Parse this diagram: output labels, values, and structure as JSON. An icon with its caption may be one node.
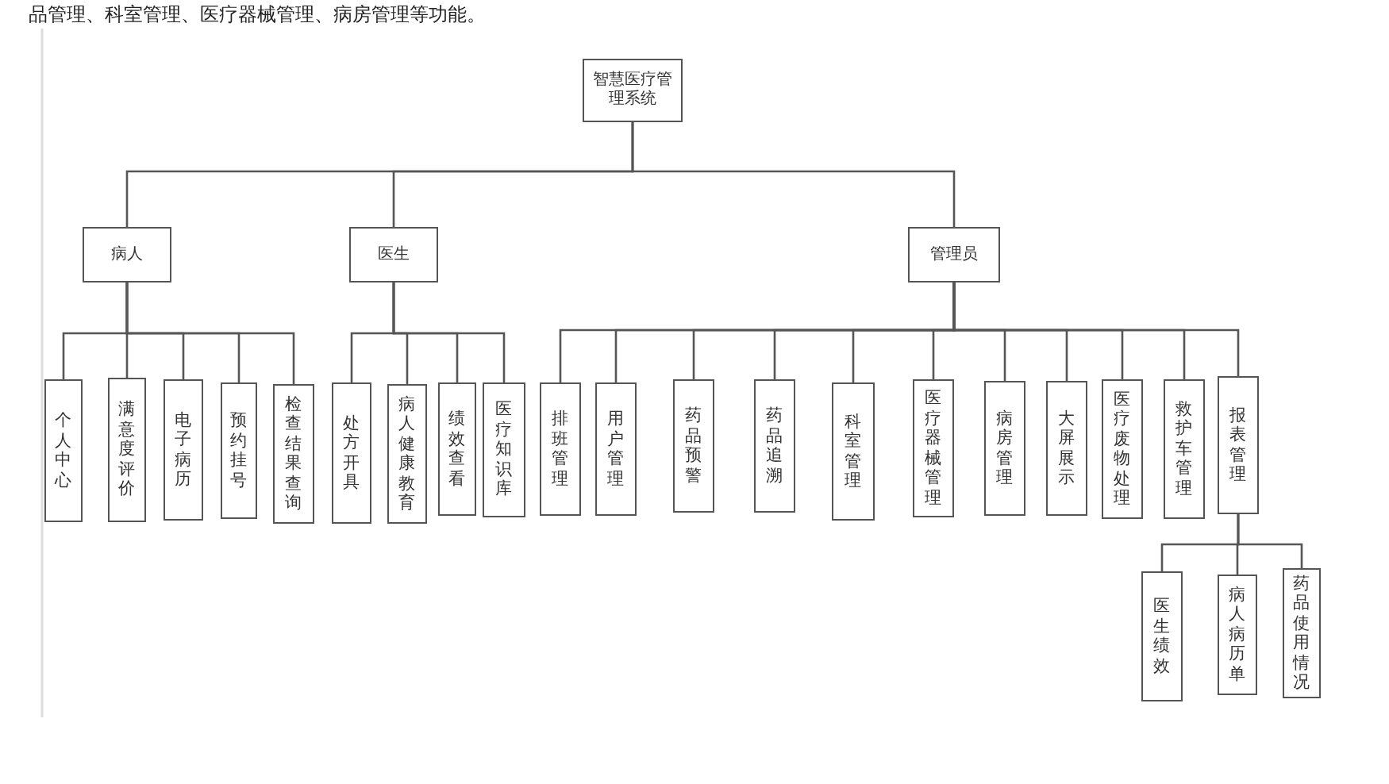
{
  "diagram": {
    "nodes": [
      {
        "text": [
          "智慧医疗管理系统"
        ]
      },
      {
        "text": [
          "病人"
        ]
      },
      {
        "text": [
          "医生"
        ]
      },
      {
        "text": [
          "管理员"
        ]
      },
      {
        "text": [
          "个人中心"
        ]
      },
      {
        "text": [
          "满意度评价"
        ]
      },
      {
        "text": [
          "电子病历"
        ]
      },
      {
        "text": [
          "预约挂号"
        ]
      },
      {
        "text": [
          "检查结果查询"
        ]
      },
      {
        "text": [
          "处方开具"
        ]
      },
      {
        "text": [
          "病人健康教育"
        ]
      },
      {
        "text": [
          "绩效查看"
        ]
      },
      {
        "text": [
          "医疗知识库"
        ]
      },
      {
        "text": [
          "排班管理"
        ]
      },
      {
        "text": [
          "用户管理"
        ]
      },
      {
        "text": [
          "药品预警"
        ]
      },
      {
        "text": [
          "药品追溯"
        ]
      },
      {
        "text": [
          "科室管理"
        ]
      },
      {
        "text": [
          "医疗器械管理"
        ]
      },
      {
        "text": [
          "病房管理"
        ]
      },
      {
        "text": [
          "大屏展示"
        ]
      },
      {
        "text": [
          "医疗废物处理"
        ]
      },
      {
        "text": [
          "救护车管理"
        ]
      },
      {
        "text": [
          "报表管理"
        ]
      },
      {
        "text": [
          "医生绩效"
        ]
      },
      {
        "text": [
          "病人病历单"
        ]
      },
      {
        "text": [
          "药品使用情况"
        ]
      }
    ],
    "edges": [
      {
        "from": 0,
        "to": 1,
        "arrow": "none"
      },
      {
        "from": 0,
        "to": 2,
        "arrow": "none"
      },
      {
        "from": 0,
        "to": 3,
        "arrow": "none"
      },
      {
        "from": 1,
        "to": 4,
        "arrow": "none"
      },
      {
        "from": 1,
        "to": 5,
        "arrow": "none"
      },
      {
        "from": 1,
        "to": 6,
        "arrow": "none"
      },
      {
        "from": 1,
        "to": 7,
        "arrow": "none"
      },
      {
        "from": 1,
        "to": 8,
        "arrow": "none"
      },
      {
        "from": 2,
        "to": 9,
        "arrow": "none"
      },
      {
        "from": 2,
        "to": 10,
        "arrow": "none"
      },
      {
        "from": 2,
        "to": 11,
        "arrow": "none"
      },
      {
        "from": 2,
        "to": 12,
        "arrow": "none"
      },
      {
        "from": 3,
        "to": 13,
        "arrow": "none"
      },
      {
        "from": 3,
        "to": 14,
        "arrow": "none"
      },
      {
        "from": 3,
        "to": 15,
        "arrow": "none"
      },
      {
        "from": 3,
        "to": 16,
        "arrow": "none"
      },
      {
        "from": 3,
        "to": 17,
        "arrow": "none"
      },
      {
        "from": 3,
        "to": 18,
        "arrow": "none"
      },
      {
        "from": 3,
        "to": 19,
        "arrow": "none"
      },
      {
        "from": 3,
        "to": 20,
        "arrow": "none"
      },
      {
        "from": 3,
        "to": 21,
        "arrow": "none"
      },
      {
        "from": 3,
        "to": 22,
        "arrow": "none"
      },
      {
        "from": 3,
        "to": 23,
        "arrow": "none"
      },
      {
        "from": 23,
        "to": 24,
        "arrow": "none"
      },
      {
        "from": 23,
        "to": 25,
        "arrow": "none"
      },
      {
        "from": 23,
        "to": 26,
        "arrow": "none"
      }
    ],
    "labels": [
      "品管理、科室管理、医疗器械管理、病房管理等功能。"
    ]
  }
}
